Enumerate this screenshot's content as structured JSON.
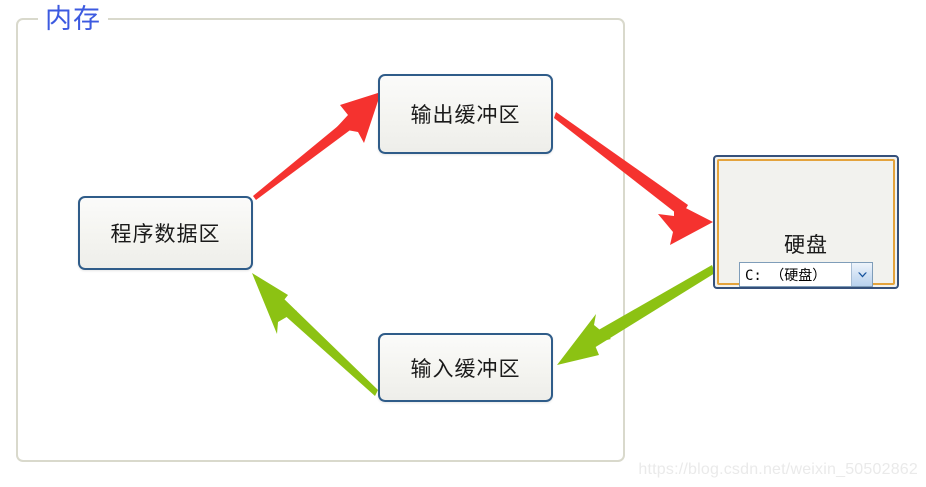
{
  "diagram": {
    "title": "内存",
    "watermark": "https://blog.csdn.net/weixin_50502862",
    "colors": {
      "group_border": "#d9d9cc",
      "group_title": "#3c5ae0",
      "box_border": "#2f5c89",
      "panel_outer_border": "#35507a",
      "panel_inner_border": "#e4a33c",
      "arrow_red": "#f5322f",
      "arrow_green": "#8cc213"
    },
    "boxes": [
      {
        "id": "output-buffer",
        "label": "输出缓冲区"
      },
      {
        "id": "program-data-area",
        "label": "程序数据区"
      },
      {
        "id": "input-buffer",
        "label": "输入缓冲区"
      }
    ],
    "disk_panel": {
      "title": "硬盘",
      "select_value": "C: （硬盘）",
      "select_icon": "chevron-down-icon"
    },
    "arrows": [
      {
        "id": "write-to-output-buffer",
        "from": "program-data-area",
        "to": "output-buffer",
        "color": "#f5322f"
      },
      {
        "id": "output-buffer-to-disk",
        "from": "output-buffer",
        "to": "disk",
        "color": "#f5322f"
      },
      {
        "id": "disk-to-input-buffer",
        "from": "disk",
        "to": "input-buffer",
        "color": "#8cc213"
      },
      {
        "id": "input-buffer-to-program-data",
        "from": "input-buffer",
        "to": "program-data-area",
        "color": "#8cc213"
      }
    ]
  }
}
